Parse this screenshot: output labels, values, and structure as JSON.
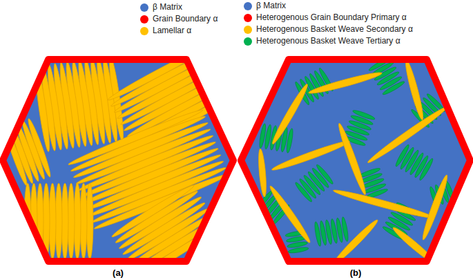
{
  "diagram": {
    "labels": [
      "(a)",
      "(b)"
    ],
    "legend": [
      {
        "text": "β Matrix",
        "color": "#4472c4"
      },
      {
        "text": "Grain Boundary α",
        "color": "#ff0000"
      },
      {
        "text": "Lamellar α",
        "color": "#ffc000"
      },
      {
        "text": "β Matrix",
        "color": "#4472c4"
      },
      {
        "text": "Heterogenous Grain Boundary Primary α",
        "color": "#ff0000"
      },
      {
        "text": "Heterogenous Basket Weave Secondary α",
        "color": "#ffc000"
      },
      {
        "text": "Heterogenous Basket Weave Tertiary α",
        "color": "#00b050"
      }
    ]
  }
}
